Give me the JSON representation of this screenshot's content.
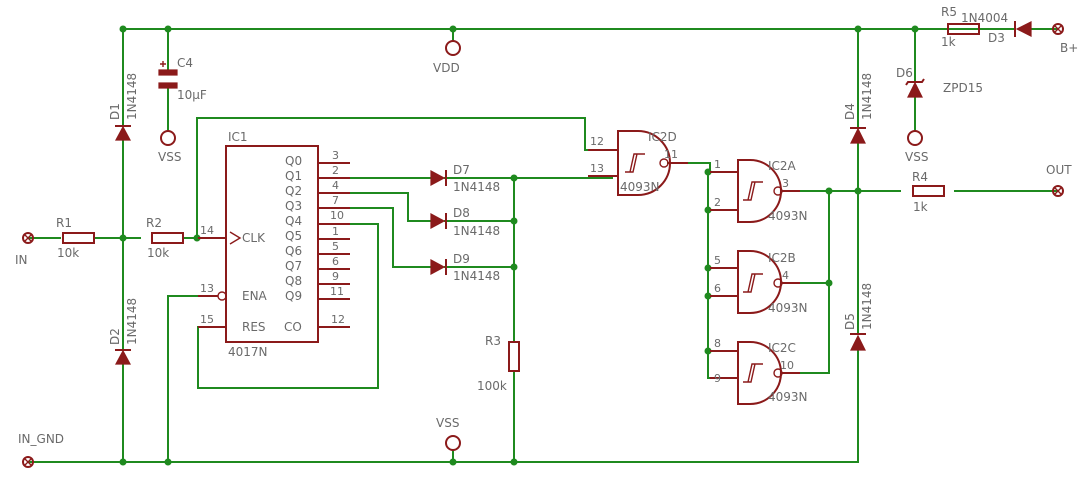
{
  "schematic": {
    "components": {
      "c4": {
        "name": "C4",
        "value": "10µF"
      },
      "d1": {
        "name": "D1",
        "value": "1N4148"
      },
      "d2": {
        "name": "D2",
        "value": "1N4148"
      },
      "d3": {
        "name": "D3",
        "value": "1N4004"
      },
      "d4": {
        "name": "D4",
        "value": "1N4148"
      },
      "d5": {
        "name": "D5",
        "value": "1N4148"
      },
      "d6": {
        "name": "D6",
        "value": "ZPD15"
      },
      "d7": {
        "name": "D7",
        "value": "1N4148"
      },
      "d8": {
        "name": "D8",
        "value": "1N4148"
      },
      "d9": {
        "name": "D9",
        "value": "1N4148"
      },
      "r1": {
        "name": "R1",
        "value": "10k"
      },
      "r2": {
        "name": "R2",
        "value": "10k"
      },
      "r3": {
        "name": "R3",
        "value": "100k"
      },
      "r4": {
        "name": "R4",
        "value": "1k"
      },
      "r5": {
        "name": "R5",
        "value": "1k"
      },
      "ic1": {
        "name": "IC1",
        "value": "4017N",
        "pins": {
          "clk": "CLK",
          "ena": "ENA",
          "res": "RES",
          "co": "CO",
          "q0": "Q0",
          "q1": "Q1",
          "q2": "Q2",
          "q3": "Q3",
          "q4": "Q4",
          "q5": "Q5",
          "q6": "Q6",
          "q7": "Q7",
          "q8": "Q8",
          "q9": "Q9"
        },
        "pin_numbers": {
          "clk": "14",
          "ena": "13",
          "res": "15",
          "co": "12",
          "q0": "3",
          "q1": "2",
          "q2": "4",
          "q3": "7",
          "q4": "10",
          "q5": "1",
          "q6": "5",
          "q7": "6",
          "q8": "9",
          "q9": "11"
        }
      },
      "ic2a": {
        "name": "IC2A",
        "value": "4093N",
        "pins": [
          "1",
          "2",
          "3"
        ]
      },
      "ic2b": {
        "name": "IC2B",
        "value": "4093N",
        "pins": [
          "5",
          "6",
          "4"
        ]
      },
      "ic2c": {
        "name": "IC2C",
        "value": "4093N",
        "pins": [
          "8",
          "9",
          "10"
        ]
      },
      "ic2d": {
        "name": "IC2D",
        "value": "4093N",
        "pins": [
          "12",
          "13",
          "11"
        ]
      }
    },
    "supplies": {
      "vdd": "VDD",
      "vss_c4": "VSS",
      "vss_bottom": "VSS",
      "vss_zener": "VSS"
    },
    "connectors": {
      "in": "IN",
      "in_gnd": "IN_GND",
      "out": "OUT",
      "bplus": "B+"
    },
    "colors": {
      "wire": "#1f8a1f",
      "part": "#8b1a1a",
      "text": "#6a6a6a",
      "background": "#ffffff"
    }
  }
}
